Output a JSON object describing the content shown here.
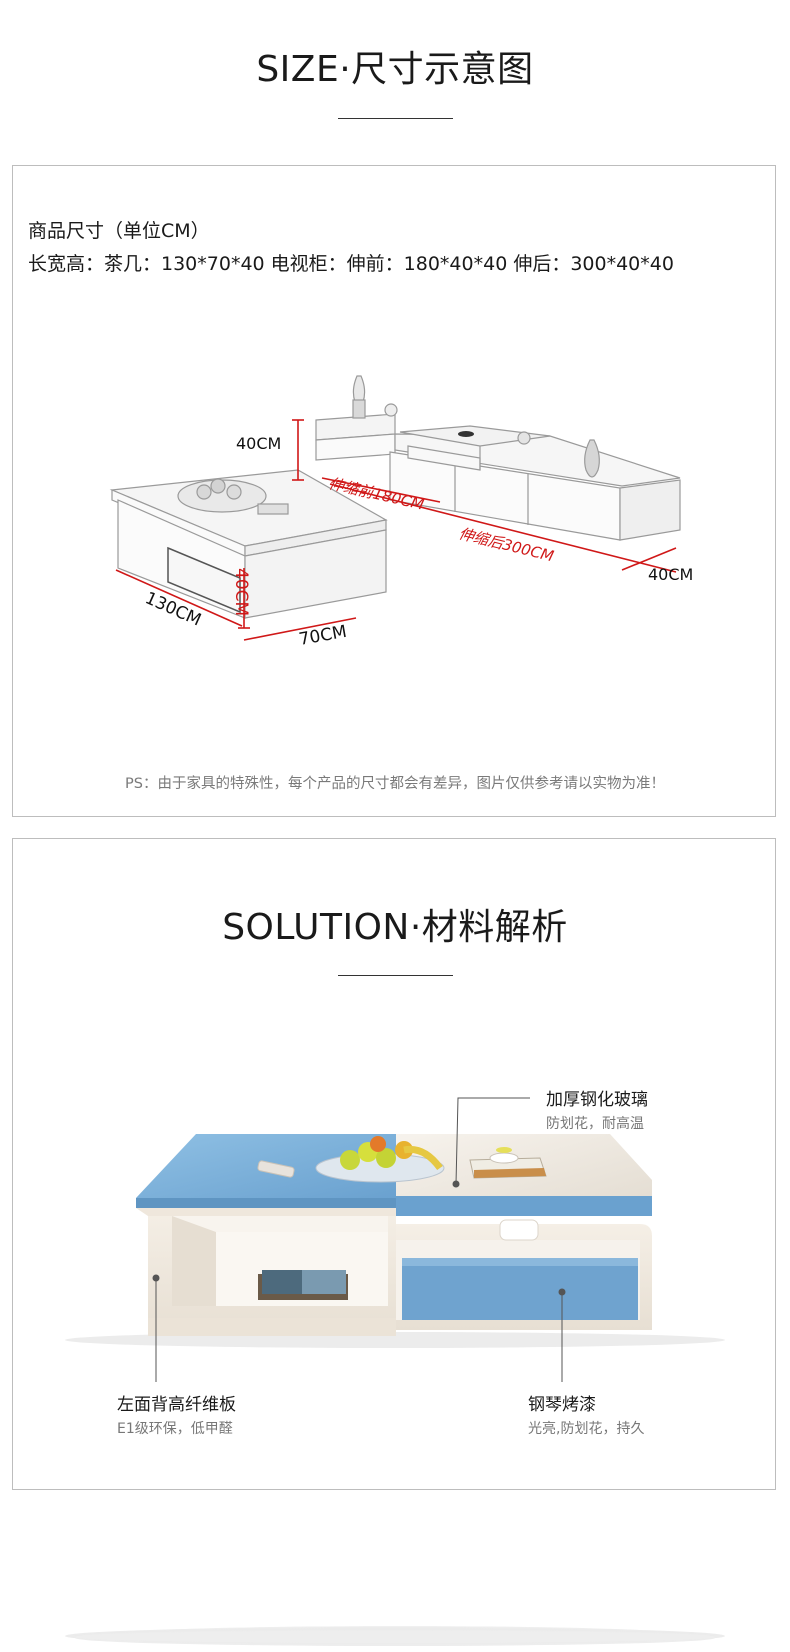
{
  "size_section": {
    "title": "SIZE·尺寸示意图",
    "spec_line1": "商品尺寸（单位CM）",
    "spec_line2": "长宽高：茶几：130*70*40 电视柜：伸前：180*40*40 伸后：300*40*40",
    "ps_note": "PS：由于家具的特殊性，每个产品的尺寸都会有差异，图片仅供参考请以实物为准！",
    "dimensions": {
      "tv_height": "40CM",
      "extend_before": "伸缩前180CM",
      "extend_after": "伸缩后300CM",
      "tv_depth": "40CM",
      "table_height": "40CM",
      "table_length": "130CM",
      "table_width": "70CM"
    }
  },
  "solution_section": {
    "title": "SOLUTION·材料解析",
    "callouts": [
      {
        "title": "加厚钢化玻璃",
        "sub": "防划花，耐高温"
      },
      {
        "title": "左面背高纤维板",
        "sub": "E1级环保，低甲醛"
      },
      {
        "title": "钢琴烤漆",
        "sub": "光亮,防划花，持久"
      }
    ]
  },
  "colors": {
    "dimension_red": "#d01818",
    "glass_blue": "#7fb3d9",
    "drawer_blue": "#6fa3cf",
    "board_cream": "#efe7dc"
  }
}
